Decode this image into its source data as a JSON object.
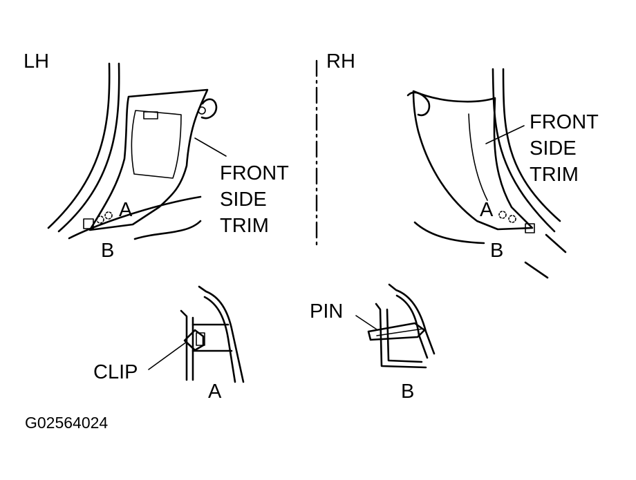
{
  "labels": {
    "lh": "LH",
    "rh": "RH",
    "lh_trim": [
      "FRONT",
      "SIDE",
      "TRIM"
    ],
    "rh_trim": [
      "FRONT",
      "SIDE",
      "TRIM"
    ],
    "lh_a": "A",
    "lh_b": "B",
    "rh_a": "A",
    "rh_b": "B",
    "clip": "CLIP",
    "detail_a": "A",
    "pin": "PIN",
    "detail_b": "B",
    "figure_id": "G02564024"
  }
}
